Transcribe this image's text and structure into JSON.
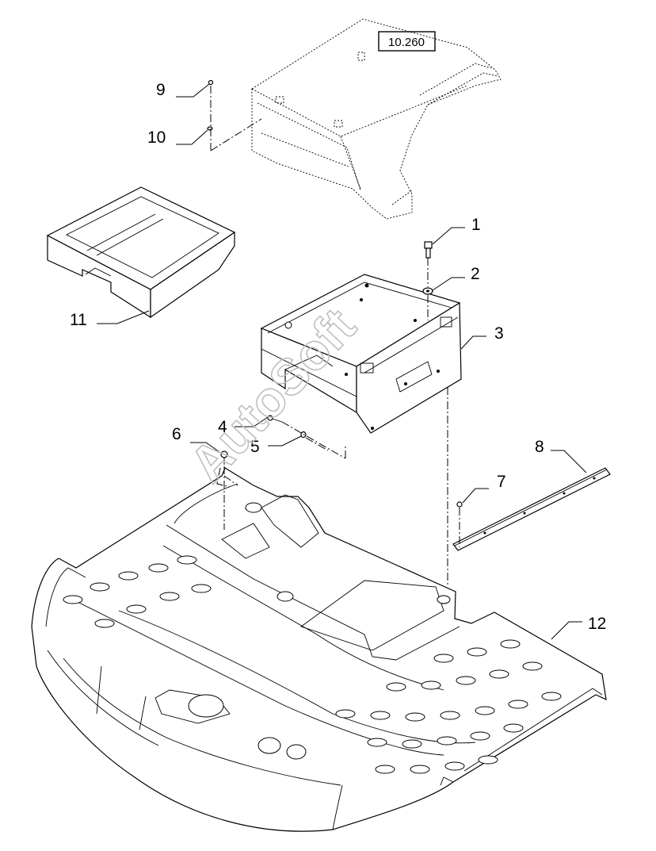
{
  "reference_box": "10.260",
  "callouts": {
    "c1": "1",
    "c2": "2",
    "c3": "3",
    "c4": "4",
    "c5": "5",
    "c6": "6",
    "c7": "7",
    "c8": "8",
    "c9": "9",
    "c10": "10",
    "c11": "11",
    "c12": "12"
  },
  "watermark": "AutoSoft"
}
